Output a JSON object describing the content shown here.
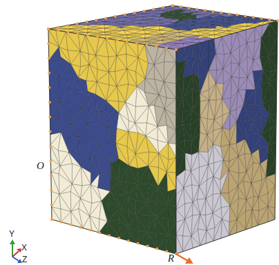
{
  "diagram": {
    "labels": [
      "O",
      "R",
      "Y",
      "X",
      "Z"
    ]
  }
}
